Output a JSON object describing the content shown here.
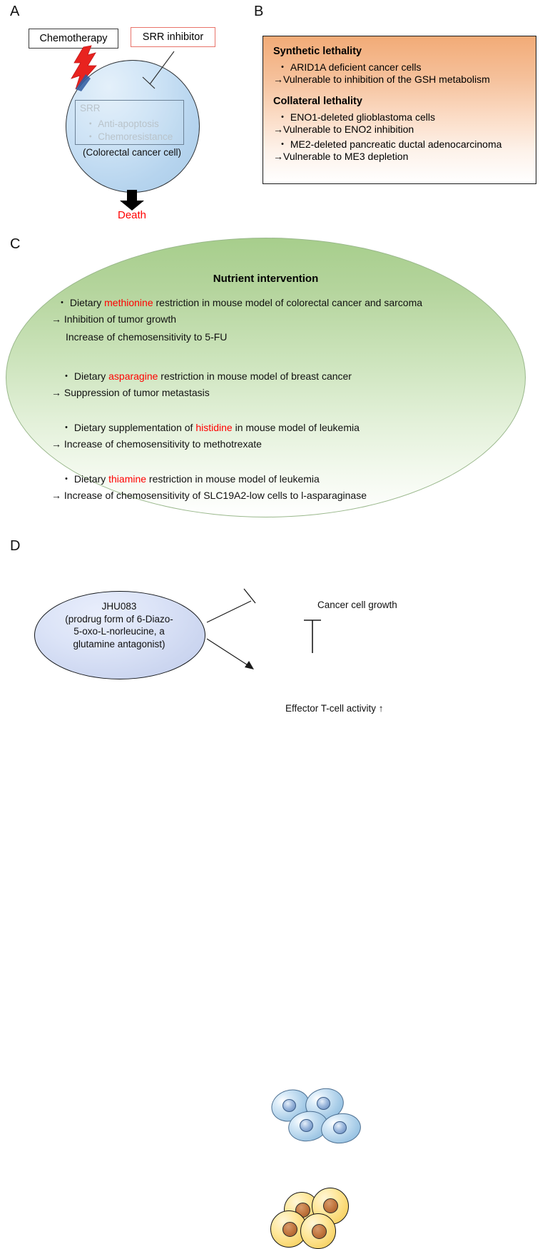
{
  "figure": {
    "panels": [
      "A",
      "B",
      "C",
      "D"
    ]
  },
  "panelA": {
    "letter": "A",
    "chemotherapy_label": "Chemotherapy",
    "srr_inhibitor_label": "SRR inhibitor",
    "cell_inner": {
      "title": "SRR",
      "line1": "・ Anti-apoptosis",
      "line2": "・ Chemoresistance"
    },
    "cell_caption": "(Colorectal cancer cell)",
    "outcome_label": "Death",
    "colors": {
      "chemo_border": "#3b3b3b",
      "srr_inhibitor_border": "#e8736a",
      "cell_fill": "#b6d4ee",
      "cell_border": "#2f3337",
      "lightning": "#e8231f",
      "death_text": "#ff0000",
      "arrow": "#000000",
      "inner_text": "#b9c3ca"
    }
  },
  "panelB": {
    "letter": "B",
    "box": {
      "heading1": "Synthetic lethality",
      "h1_line1": "・ ARID1A deficient cancer cells",
      "h1_line2": "→Vulnerable to inhibition of the GSH metabolism",
      "heading2": "Collateral lethality",
      "h2_line1": "・ ENO1-deleted glioblastoma cells",
      "h2_line2": "→Vulnerable to ENO2 inhibition",
      "h2_line3": "・ ME2-deleted pancreatic ductal adenocarcinoma",
      "h2_line4": "→Vulnerable to ME3 depletion"
    },
    "colors": {
      "gradient_top": "#f2ab77",
      "gradient_bottom": "#ffffff",
      "border": "#1a1a1a"
    }
  },
  "panelC": {
    "letter": "C",
    "title": "Nutrient intervention",
    "lines": [
      {
        "id": "c-l1",
        "pre": "・ Dietary ",
        "highlight": "methionine",
        "post": " restriction in mouse model of colorectal cancer and sarcoma"
      },
      {
        "id": "c-l2",
        "pre": "→ Inhibition of tumor growth",
        "highlight": "",
        "post": ""
      },
      {
        "id": "c-l3",
        "pre": "Increase of chemosensitivity to 5-FU",
        "highlight": "",
        "post": ""
      },
      {
        "id": "c-l4",
        "pre": "・ Dietary ",
        "highlight": "asparagine",
        "post": " restriction in mouse model of  breast cancer"
      },
      {
        "id": "c-l5",
        "pre": "→ Suppression of tumor metastasis",
        "highlight": "",
        "post": ""
      },
      {
        "id": "c-l6",
        "pre": "・ Dietary supplementation of ",
        "highlight": "histidine",
        "post": " in mouse model of leukemia"
      },
      {
        "id": "c-l7",
        "pre": "→ Increase of chemosensitivity to methotrexate",
        "highlight": "",
        "post": ""
      },
      {
        "id": "c-l8",
        "pre": "・ Dietary ",
        "highlight": "thiamine",
        "post": " restriction in mouse model of leukemia"
      },
      {
        "id": "c-l9",
        "pre": "→ Increase of chemosensitivity of SLC19A2-low cells to l-asparaginase",
        "highlight": "",
        "post": ""
      }
    ],
    "colors": {
      "ellipse_top": "#a7ce8c",
      "ellipse_bottom": "#ffffff",
      "ellipse_border": "#9ab88c",
      "highlight_text": "#ff0000"
    }
  },
  "panelD": {
    "letter": "D",
    "drug": {
      "line1": "JHU083",
      "line2": "(prodrug form of 6-Diazo-",
      "line3": "5-oxo-L-norleucine, a",
      "line4": "glutamine antagonist)"
    },
    "cancer_label": "Cancer cell growth",
    "tcell_label": "Effector T-cell activity ↑",
    "colors": {
      "drug_fill": "#ccd6f0",
      "drug_border": "#13161a",
      "cancer_cell_fill": "#a9cde8",
      "cancer_nucleus": "#5a7fb5",
      "tcell_fill": "#f7d266",
      "tcell_nucleus": "#c2773f",
      "connector": "#1a1a1a"
    }
  }
}
